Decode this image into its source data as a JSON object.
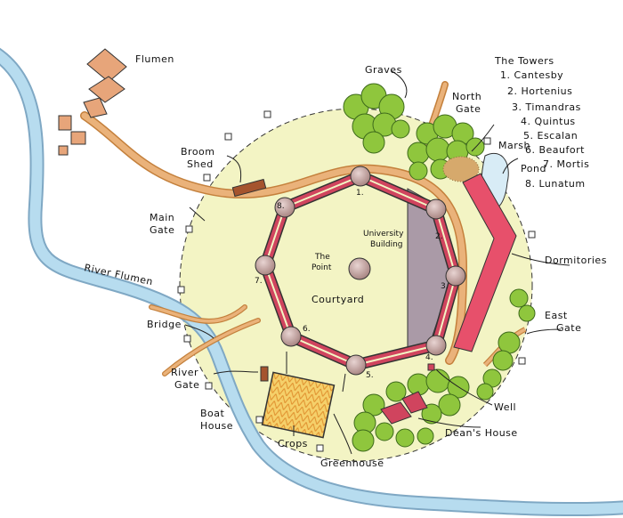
{
  "labels": {
    "flumen": "Flumen",
    "graves": "Graves",
    "north_gate": [
      "North",
      "Gate"
    ],
    "broom_shed": [
      "Broom",
      "Shed"
    ],
    "main_gate": [
      "Main",
      "Gate"
    ],
    "river_flumen": "River Flumen",
    "bridge": "Bridge",
    "river_gate": [
      "River",
      "Gate"
    ],
    "boat_house": [
      "Boat",
      "House"
    ],
    "crops": "Crops",
    "greenhouse": "Greenhouse",
    "deans_house": "Dean's House",
    "well": "Well",
    "east_gate": [
      "East",
      "Gate"
    ],
    "dormitories": "Dormitories",
    "pond": "Pond",
    "marsh": "Marsh",
    "the_point": [
      "The",
      "Point"
    ],
    "courtyard": "Courtyard",
    "university_building": [
      "University",
      "Building"
    ]
  },
  "towers_legend": {
    "title": "The Towers",
    "items": [
      "1. Cantesby",
      "2. Hortenius",
      "3. Timandras",
      "4. Quintus",
      "5. Escalan",
      "6. Beaufort",
      "7. Mortis",
      "8. Lunatum"
    ]
  },
  "tower_numbers": [
    "1.",
    "2.",
    "3.",
    "4.",
    "5.",
    "6.",
    "7.",
    "8."
  ],
  "colors": {
    "grounds": "#f3f4c4",
    "river": "#a9cfe6",
    "road": "#e3a664",
    "wall": "#d0445e",
    "building": "#a99aa6",
    "trees": "#8fc63d",
    "tower": "#c9a9a6",
    "crops": "#f2c65a"
  }
}
